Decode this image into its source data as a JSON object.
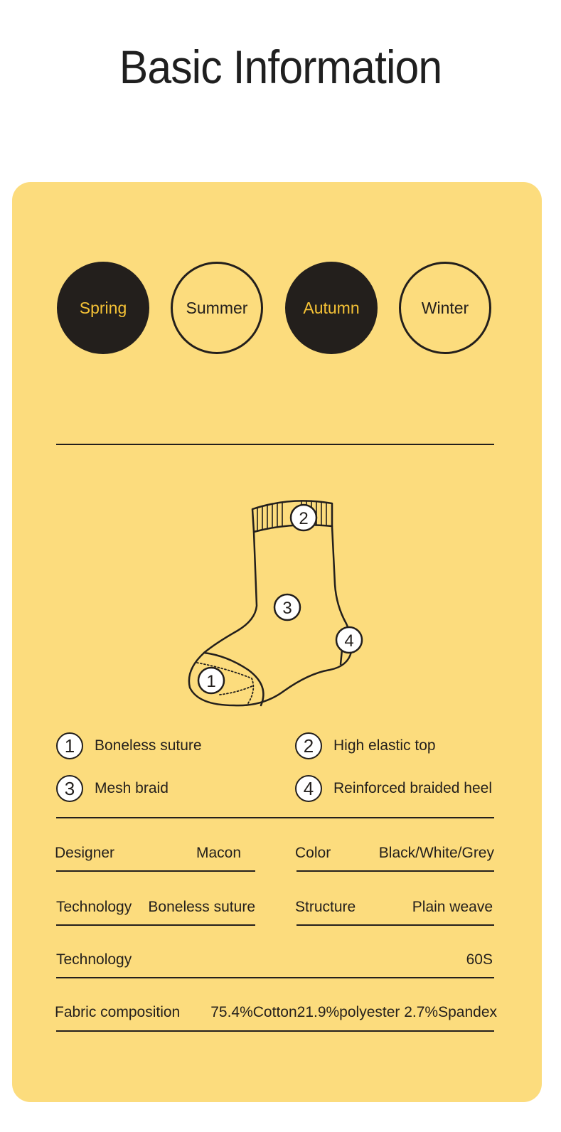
{
  "header": {
    "title": "Basic Information"
  },
  "seasons": [
    {
      "label": "Spring",
      "selected": true
    },
    {
      "label": "Summer",
      "selected": false
    },
    {
      "label": "Autumn",
      "selected": true
    },
    {
      "label": "Winter",
      "selected": false
    }
  ],
  "diagram": {
    "markers": [
      "1",
      "2",
      "3",
      "4"
    ]
  },
  "features": [
    {
      "num": "1",
      "label": "Boneless suture"
    },
    {
      "num": "2",
      "label": "High elastic top"
    },
    {
      "num": "3",
      "label": "Mesh braid"
    },
    {
      "num": "4",
      "label": "Reinforced braided heel"
    }
  ],
  "specs": {
    "designer": {
      "label": "Designer",
      "value": "Macon"
    },
    "color": {
      "label": "Color",
      "value": "Black/White/Grey"
    },
    "technology": {
      "label": "Technology",
      "value": "Boneless suture"
    },
    "structure": {
      "label": "Structure",
      "value": "Plain weave"
    },
    "technology2": {
      "label": "Technology",
      "value": "60S"
    },
    "fabric": {
      "label": "Fabric composition",
      "value": "75.4%Cotton21.9%polyester 2.7%Spandex"
    }
  },
  "colors": {
    "card": "#fcdc7d",
    "dark": "#231f1c",
    "accent": "#f5c236"
  }
}
